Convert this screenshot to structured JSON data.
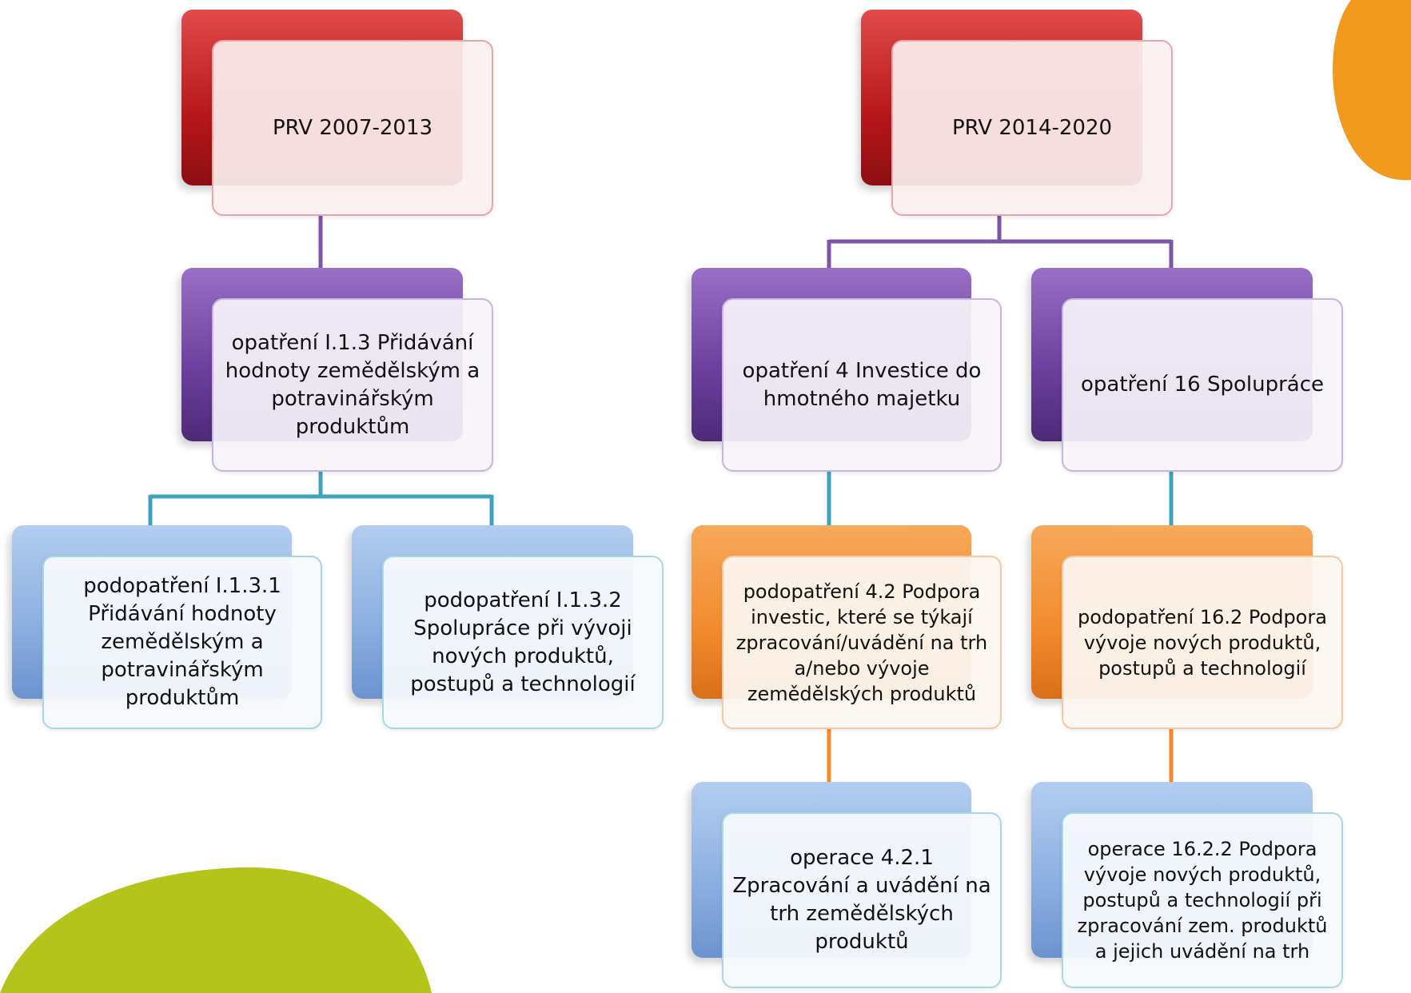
{
  "diagram": {
    "left_tree": {
      "root": "PRV 2007-2013",
      "measure": "opatření I.1.3 Přidávání hodnoty zemědělským a potravinářským produktům",
      "sub_1": "podopatření I.1.3.1 Přidávání hodnoty zemědělským a potravinářským produktům",
      "sub_2": "podopatření I.1.3.2 Spolupráce při vývoji nových produktů, postupů a technologií"
    },
    "right_tree": {
      "root": "PRV 2014-2020",
      "measure_4": "opatření 4 Investice do hmotného majetku",
      "measure_16": "opatření 16 Spolupráce",
      "sub_4_2": "podopatření 4.2 Podpora investic, které se týkají zpracování/uvádění na trh a/nebo vývoje zemědělských produktů",
      "sub_16_2": "podopatření 16.2 Podpora vývoje nových produktů, postupů a technologií",
      "op_4_2_1": "operace 4.2.1 Zpracování a uvádění na trh zemědělských produktů",
      "op_16_2_2": "operace 16.2.2 Podpora vývoje nových produktů, postupů a technologií při zpracování zem. produktů a jejich uvádění na trh"
    }
  },
  "colors": {
    "red": "#b7171b",
    "purple": "#6a3f9c",
    "blue": "#8aaee0",
    "orange": "#f28b2e",
    "connector_purple": "#7a55a8",
    "connector_teal": "#3fa3bf",
    "connector_orange": "#f28b2e",
    "decor_green": "#b5c41a",
    "decor_orange": "#f29a1d"
  }
}
